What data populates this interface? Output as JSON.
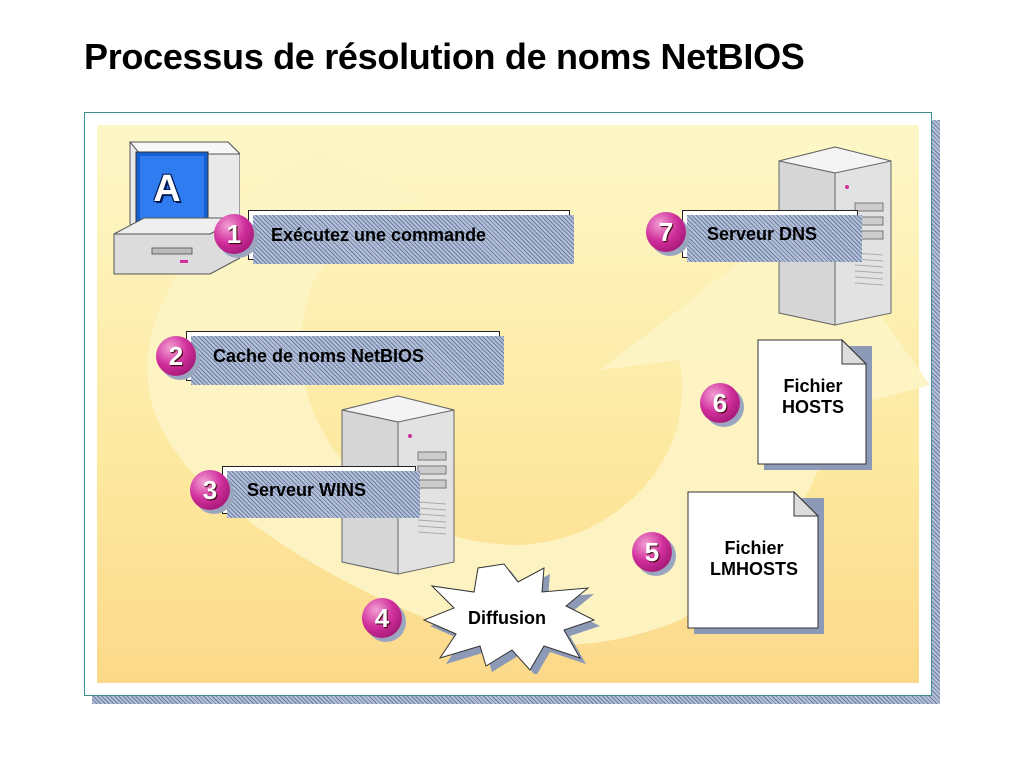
{
  "title": "Processus de résolution de noms NetBIOS",
  "computer_letter": "A",
  "steps": [
    {
      "number": "1",
      "label": "Exécutez une commande"
    },
    {
      "number": "2",
      "label": "Cache de noms NetBIOS"
    },
    {
      "number": "3",
      "label": "Serveur WINS"
    },
    {
      "number": "4",
      "label": "Diffusion"
    },
    {
      "number": "5",
      "label_line1": "Fichier",
      "label_line2": "LMHOSTS"
    },
    {
      "number": "6",
      "label_line1": "Fichier",
      "label_line2": "HOSTS"
    },
    {
      "number": "7",
      "label": "Serveur DNS"
    }
  ],
  "colors": {
    "badge": "#d02f9c",
    "frame_border": "#3d8f90",
    "background": "#fde9a0",
    "arrow": "#fdf3c4"
  }
}
